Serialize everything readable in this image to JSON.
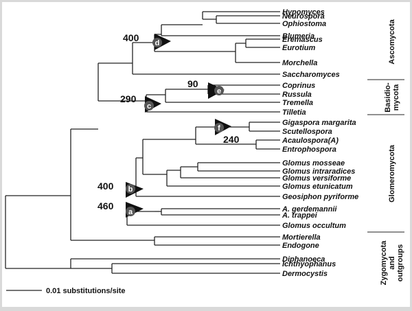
{
  "taxa": [
    "Hypomyces",
    "Neurospora",
    "Ophiostoma",
    "Blumeria",
    "Eremascus",
    "Eurotium",
    "Morchella",
    "Saccharomyces",
    "Coprinus",
    "Russula",
    "Tremella",
    "Tilletia",
    "Gigaspora margarita",
    "Scutellospora",
    "Acaulospora(A)",
    "Entrophospora",
    "Glomus mosseae",
    "Glomus intraradices",
    "Glomus versiforme",
    "Glomus etunicatum",
    "Geosiphon pyriforme",
    "A. gerdemannii",
    "A. trappei",
    "Glomus occultum",
    "Mortierella",
    "Endogone",
    "Diphanoeca",
    "Ichthyophanus",
    "Dermocystis"
  ],
  "nodes": {
    "a": {
      "letter": "a",
      "age": "460"
    },
    "b": {
      "letter": "b",
      "age": "400"
    },
    "c": {
      "letter": "c",
      "age": "290"
    },
    "d": {
      "letter": "d",
      "age": "400"
    },
    "e": {
      "letter": "e",
      "age": "90"
    },
    "f": {
      "letter": "f",
      "age": "240"
    }
  },
  "groups": {
    "ascomycota": "Ascomycota",
    "basidiomycota_1": "Basidio-",
    "basidiomycota_2": "mycota",
    "glomeromycota": "Glomeromycota",
    "zygo_1": "Zygomycota",
    "zygo_2": "and",
    "zygo_3": "outgroups"
  },
  "scale_bar": {
    "label": "0.01 substitutions/site"
  }
}
